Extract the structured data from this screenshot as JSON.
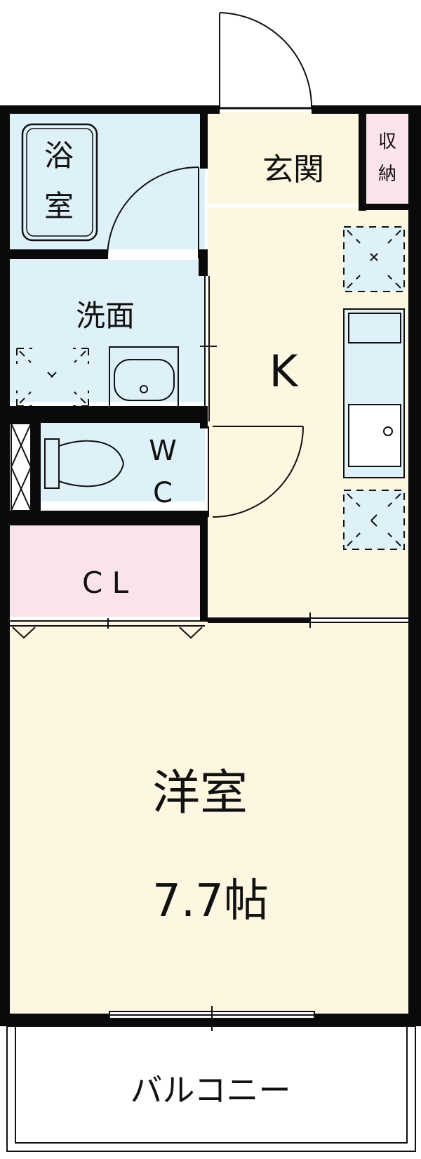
{
  "rooms": {
    "bath_line1": "浴",
    "bath_line2": "室",
    "entrance": "玄関",
    "storage_line1": "収",
    "storage_line2": "納",
    "washroom": "洗面",
    "kitchen": "K",
    "wc_line1": "W",
    "wc_line2": "C",
    "closet": "C L",
    "western_room": "洋室",
    "western_room_size": "7.7帖",
    "balcony": "バルコニー"
  },
  "colors": {
    "wet_area": "#dff1f8",
    "floor": "#fdf6e1",
    "storage": "#fbe3ea",
    "wall": "#0a0a0a"
  }
}
